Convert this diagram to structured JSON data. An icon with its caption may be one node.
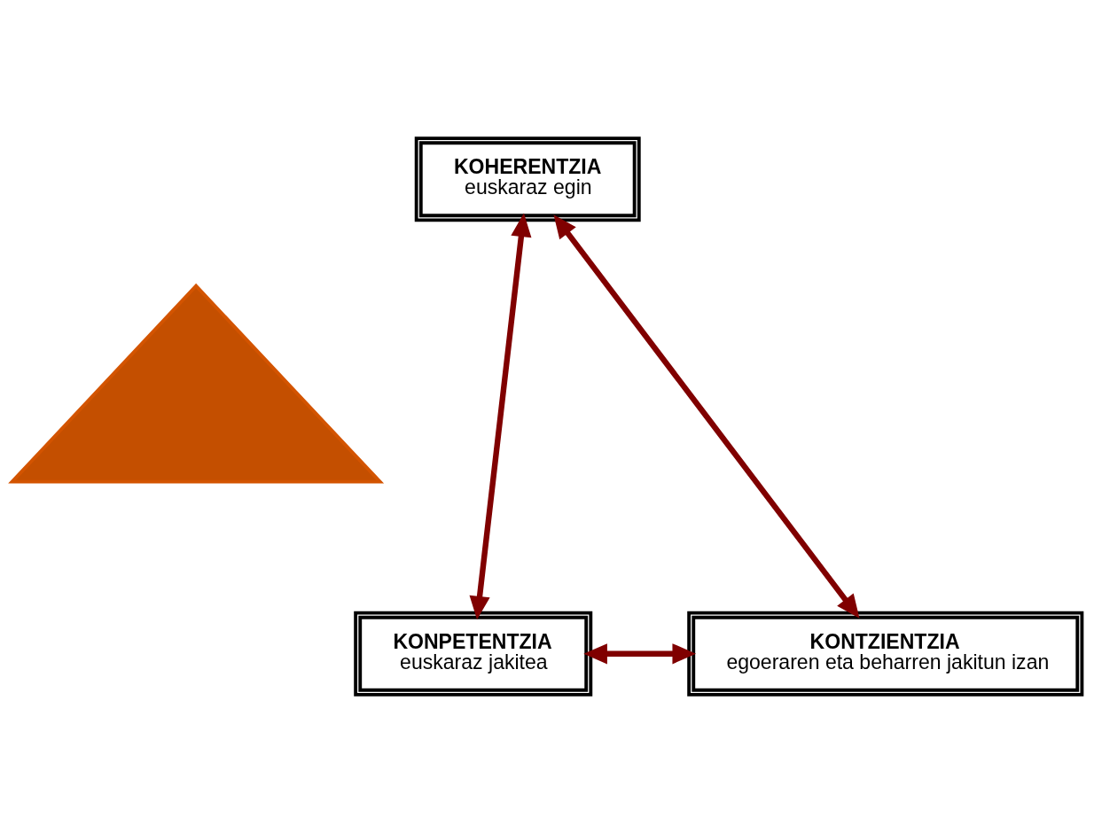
{
  "diagram": {
    "nodes": [
      {
        "text": [
          "KOHERENTZIA",
          "euskaraz egin"
        ]
      },
      {
        "text": [],
        "shape": "triangle"
      },
      {
        "text": [
          "KONPETENTZIA",
          "euskaraz jakitea"
        ]
      },
      {
        "text": [
          "KONTZIENTZIA",
          "egoeraren eta beharren jakitun izan"
        ]
      }
    ],
    "edges": [
      {
        "from": 0,
        "to": 2,
        "arrow": "both"
      },
      {
        "from": 0,
        "to": 3,
        "arrow": "both"
      },
      {
        "from": 2,
        "to": 3,
        "arrow": "both"
      }
    ]
  }
}
